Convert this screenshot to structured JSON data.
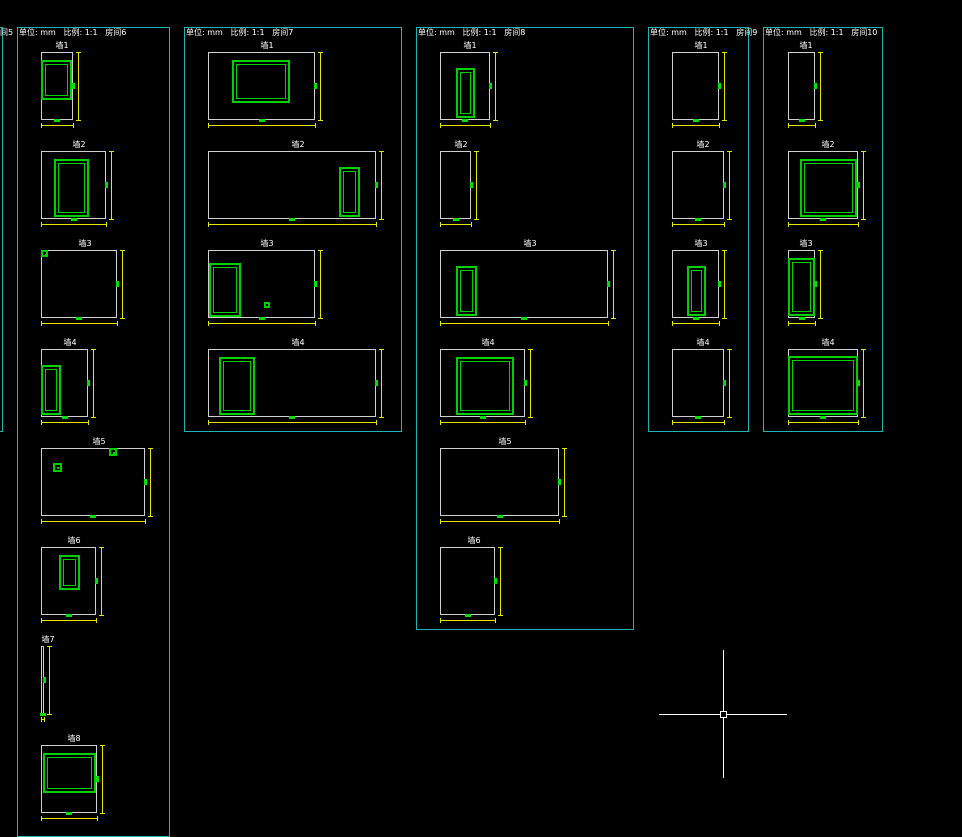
{
  "drawing": {
    "partial_room_label": "间5",
    "panels": [
      {
        "header": "单位: mm   比例: 1:1   房间6",
        "walls": [
          "墙1",
          "墙2",
          "墙3",
          "墙4",
          "墙5",
          "墙6",
          "墙7",
          "墙8"
        ]
      },
      {
        "header": "单位: mm   比例: 1:1   房间7",
        "walls": [
          "墙1",
          "墙2",
          "墙3",
          "墙4"
        ]
      },
      {
        "header": "单位: mm   比例: 1:1   房间8",
        "walls": [
          "墙1",
          "墙2",
          "墙3",
          "墙4",
          "墙5",
          "墙6"
        ]
      },
      {
        "header": "单位: mm   比例: 1:1   房间9",
        "walls": [
          "墙1",
          "墙2",
          "墙3",
          "墙4"
        ]
      },
      {
        "header": "单位: mm   比例: 1:1   房间10",
        "walls": [
          "墙1",
          "墙2",
          "墙3",
          "墙4"
        ]
      }
    ]
  },
  "colors": {
    "frame": "#1fb3b3",
    "wall": "#d0d0d0",
    "opening": "#00d000",
    "dimension": "#e6e600",
    "background": "#000000"
  }
}
